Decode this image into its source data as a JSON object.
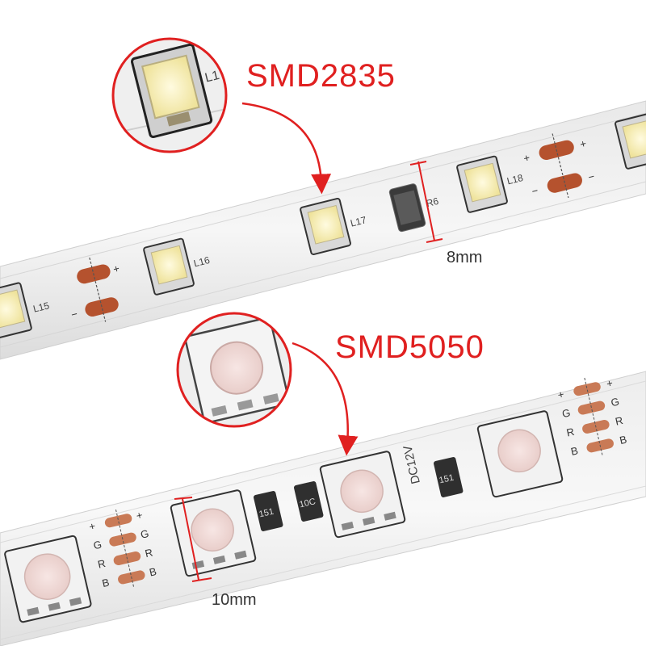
{
  "colors": {
    "accent": "#e02020",
    "strip": "#f2f2f2",
    "copper": "#b5522e",
    "led_yellow": "#f4e9a6",
    "led_pink": "#f1d9d6"
  },
  "top_strip": {
    "callout_label": "SMD2835",
    "dimension_label": "8mm",
    "zoom_silk": "L1",
    "led_labels": [
      "L15",
      "L16",
      "L17",
      "L18"
    ],
    "resistor_label": "R6",
    "pad_plus": "+",
    "pad_minus": "−"
  },
  "bottom_strip": {
    "callout_label": "SMD5050",
    "dimension_label": "10mm",
    "voltage_label": "DC12V",
    "resistor_codes": [
      "151",
      "10C",
      "151"
    ],
    "pad_labels": [
      "+",
      "G",
      "R",
      "B"
    ]
  }
}
